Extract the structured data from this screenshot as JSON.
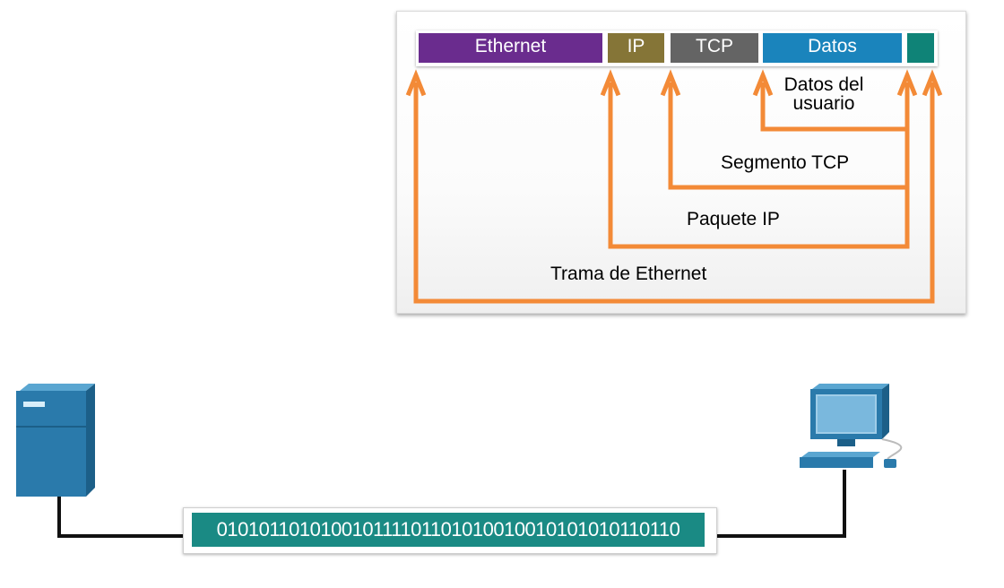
{
  "frame_header": {
    "fields": [
      {
        "label": "Ethernet",
        "color": "#6a2c8e"
      },
      {
        "label": "IP",
        "color": "#857537"
      },
      {
        "label": "TCP",
        "color": "#646464"
      },
      {
        "label": "Datos",
        "color": "#1a84bc"
      },
      {
        "label": "",
        "color": "#0f8377"
      }
    ]
  },
  "layers": {
    "user_data": "Datos del usuario",
    "tcp_segment": "Segmento TCP",
    "ip_packet": "Paquete IP",
    "ethernet_frame": "Trama de Ethernet"
  },
  "bitstream": {
    "bits": "010101101010010111101101010010010101010110110",
    "color": "#1a8a84"
  },
  "colors": {
    "arrow": "#f38a37",
    "device_blue": "#2a7aab",
    "wire": "#111111"
  },
  "icons": {
    "left_device": "server-icon",
    "right_device": "desktop-computer-icon"
  }
}
